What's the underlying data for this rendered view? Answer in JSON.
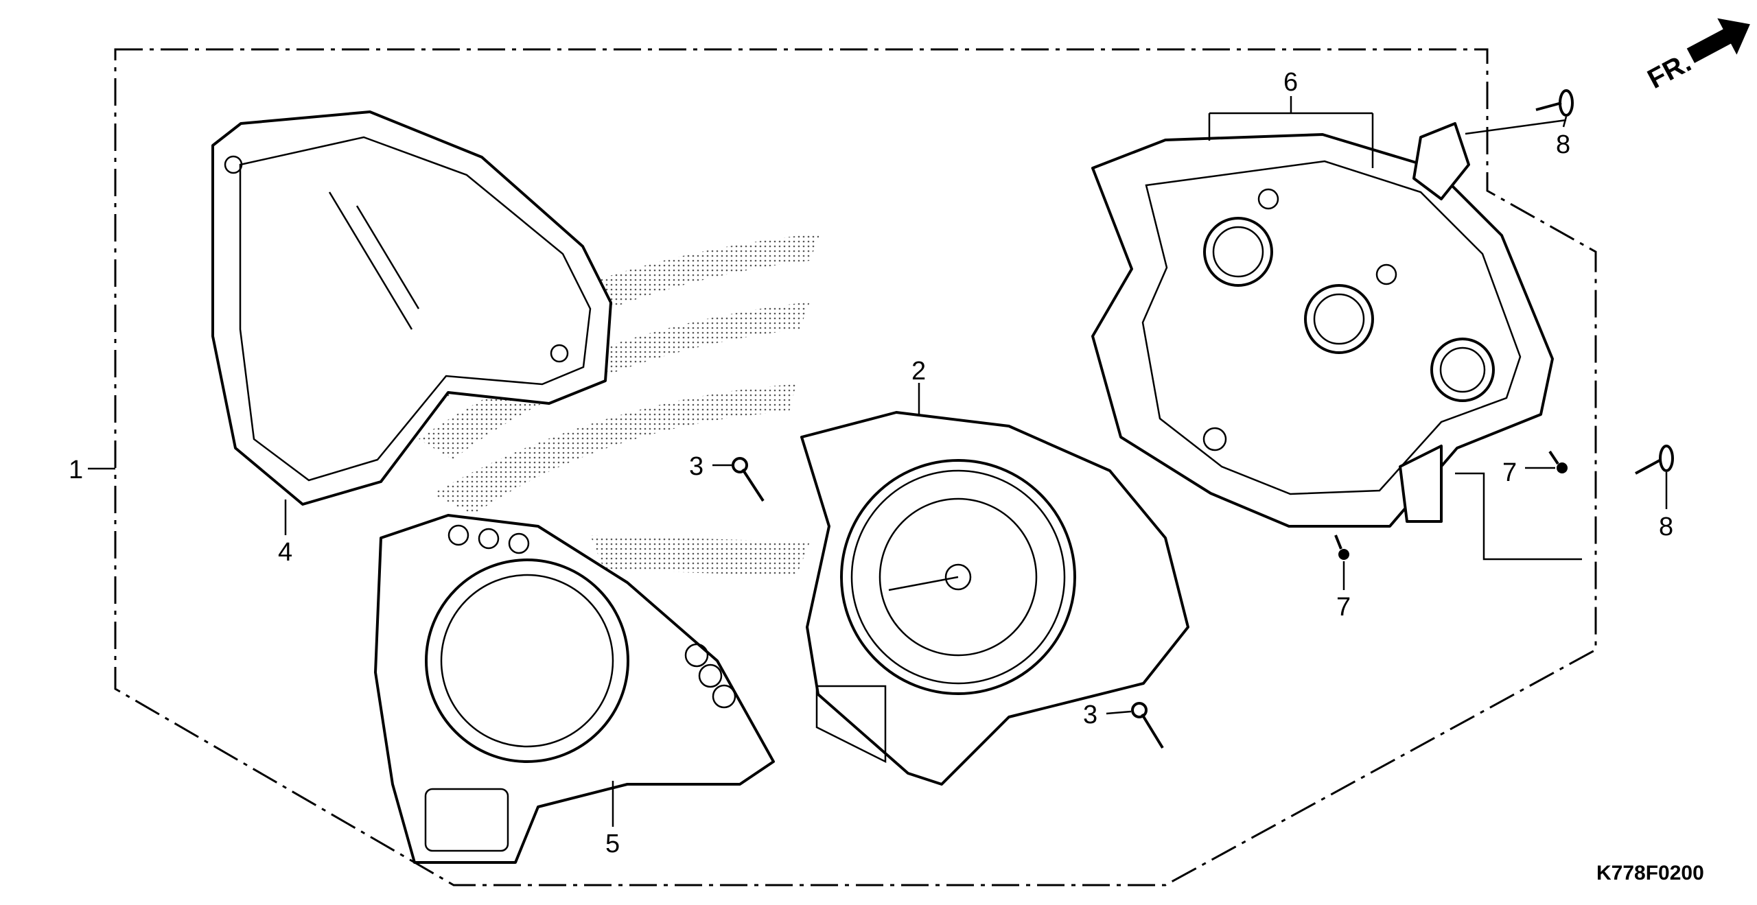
{
  "diagram": {
    "code": "K778F0200",
    "direction_label": "FR.",
    "callouts": {
      "c1": "1",
      "c2": "2",
      "c3a": "3",
      "c3b": "3",
      "c4": "4",
      "c5": "5",
      "c6": "6",
      "c7a": "7",
      "c7b": "7",
      "c8a": "8",
      "c8b": "8"
    }
  }
}
